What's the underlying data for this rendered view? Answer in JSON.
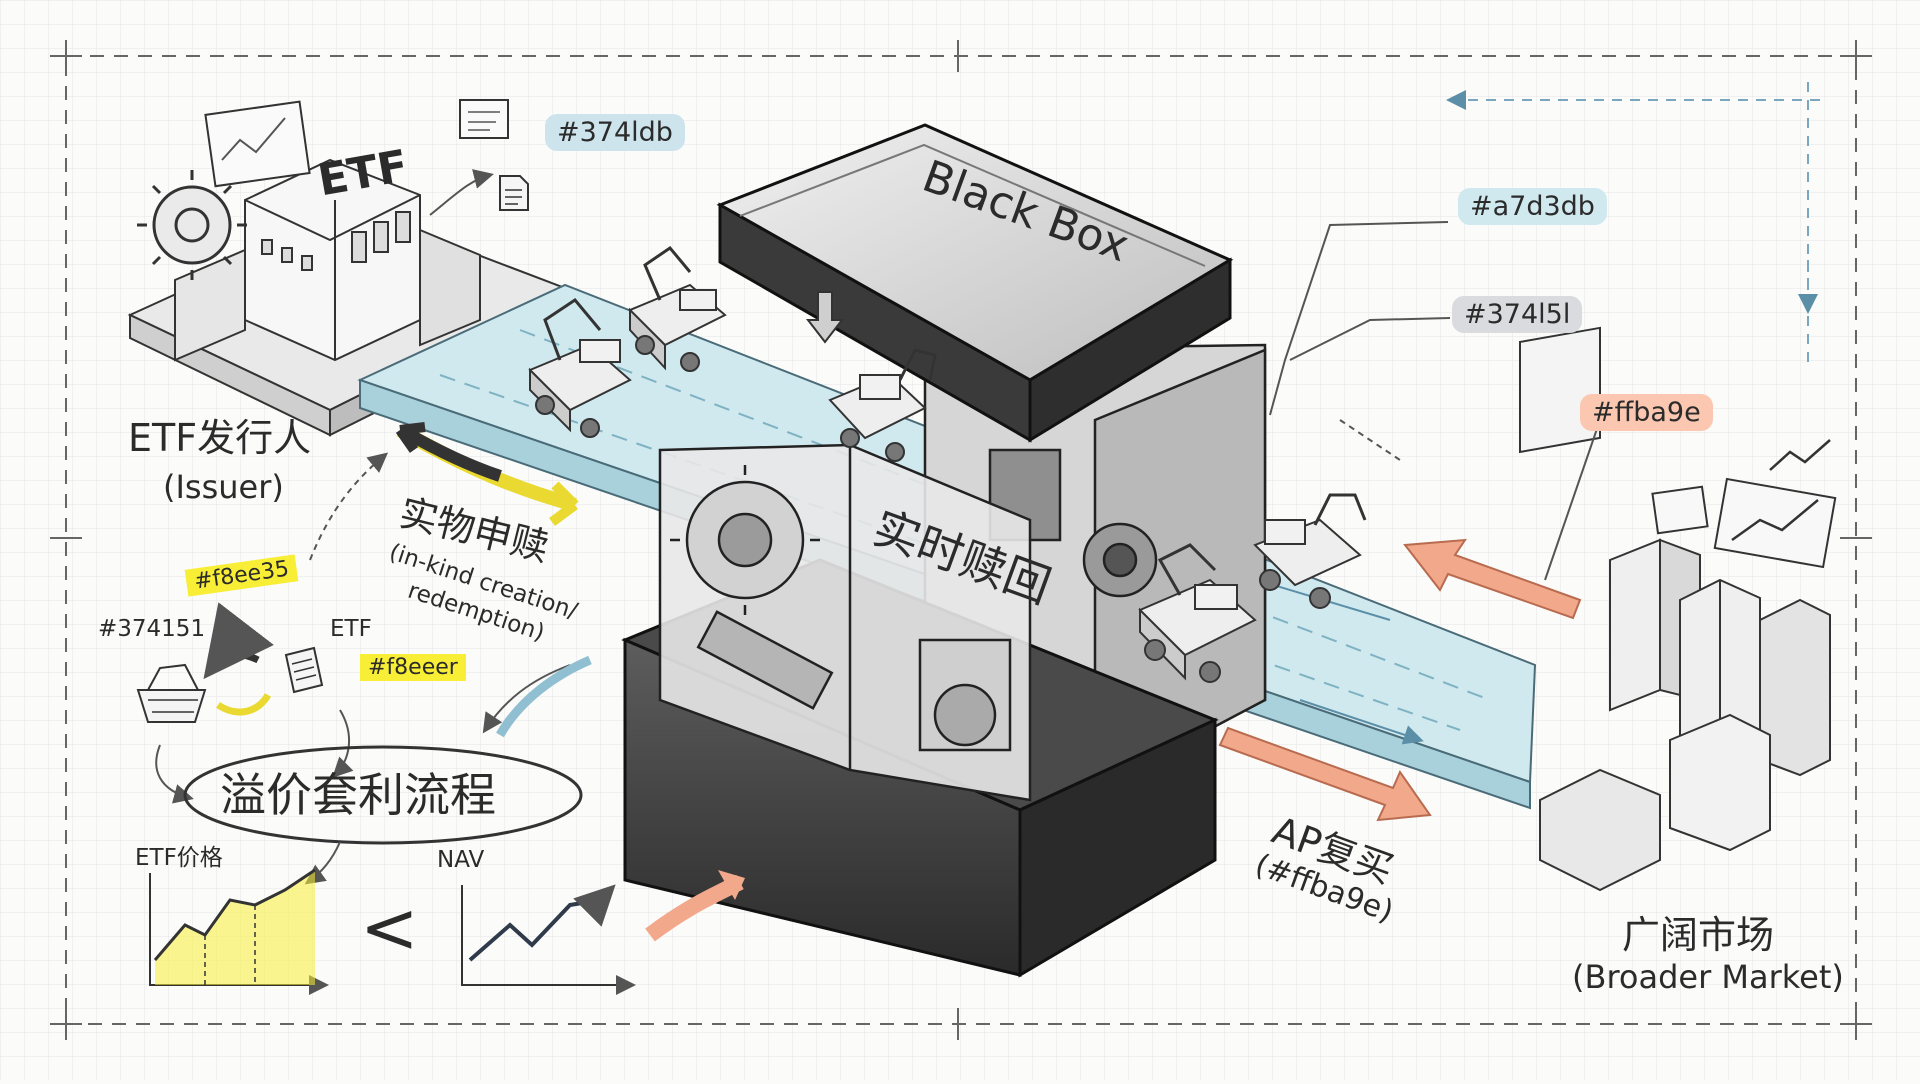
{
  "colors": {
    "blue_dark": "#374ldb",
    "blue_light": "#a7d3db",
    "gray": "#374151",
    "salmon": "#ffba9e",
    "yellow": "#f8ee35",
    "paper": "#fbfbfa",
    "ink": "#2b2b2b",
    "conveyor": "#cfe9ef"
  },
  "box": {
    "title": "Black Box"
  },
  "issuer": {
    "building_sign": "ETF",
    "title": "ETF发行人",
    "subtitle": "(Issuer)"
  },
  "market": {
    "title": "广阔市场",
    "subtitle": "(Broader Market)"
  },
  "conveyor": {
    "label": "实时赎回"
  },
  "inkind": {
    "title": "实物申赎",
    "subtitle_line1": "(in-kind creation/",
    "subtitle_line2": "redemption)"
  },
  "ap": {
    "title": "AP复买",
    "subtitle": "(#ffba9e)"
  },
  "tags": {
    "t1": "#374ldb",
    "t2": "#a7d3db",
    "t3": "#374l5l",
    "t4": "#ffba9e"
  },
  "cycle": {
    "yellow_tag": "#f8ee35",
    "gray_label": "#374151",
    "etf_label": "ETF",
    "eeer_tag": "#f8eeer",
    "title": "溢价套利流程"
  },
  "compare": {
    "left_label": "ETF价格",
    "right_label": "NAV",
    "operator": "<"
  },
  "icons": [
    "gear-icon",
    "document-icon",
    "basket-icon",
    "robot-arm-icon",
    "cart-icon",
    "city-icon",
    "chart-icon"
  ]
}
